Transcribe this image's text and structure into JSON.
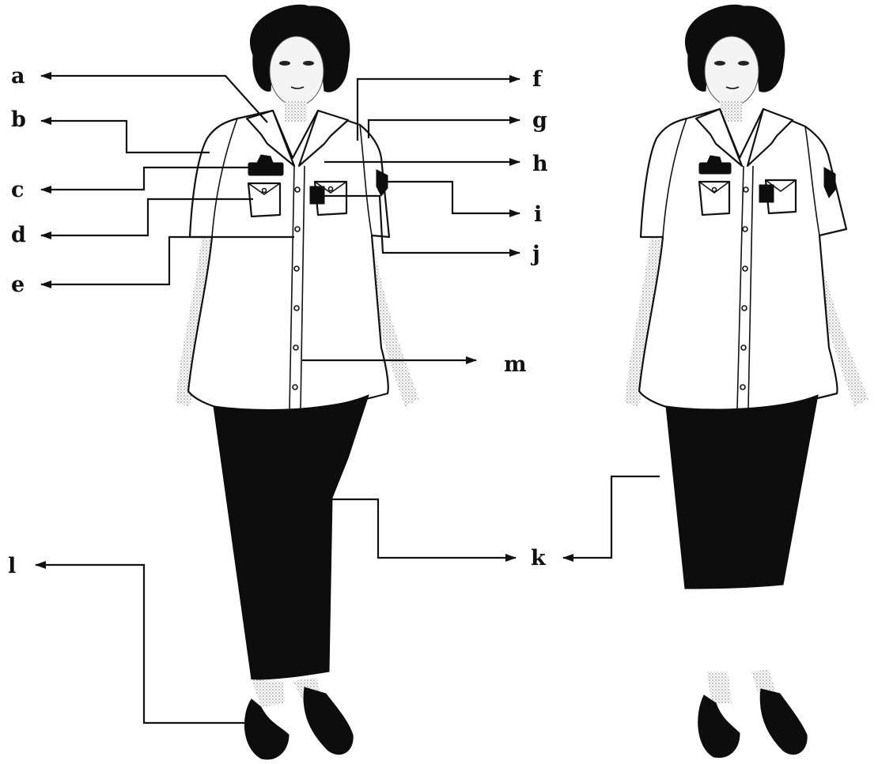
{
  "diagram": {
    "labels": {
      "a": "a",
      "b": "b",
      "c": "c",
      "d": "d",
      "e": "e",
      "f": "f",
      "g": "g",
      "h": "h",
      "i": "i",
      "j": "j",
      "k": "k",
      "l": "l",
      "m": "m"
    }
  },
  "colors": {
    "ink": "#111111",
    "background": "#ffffff",
    "skirt": "#0d0d0d"
  }
}
